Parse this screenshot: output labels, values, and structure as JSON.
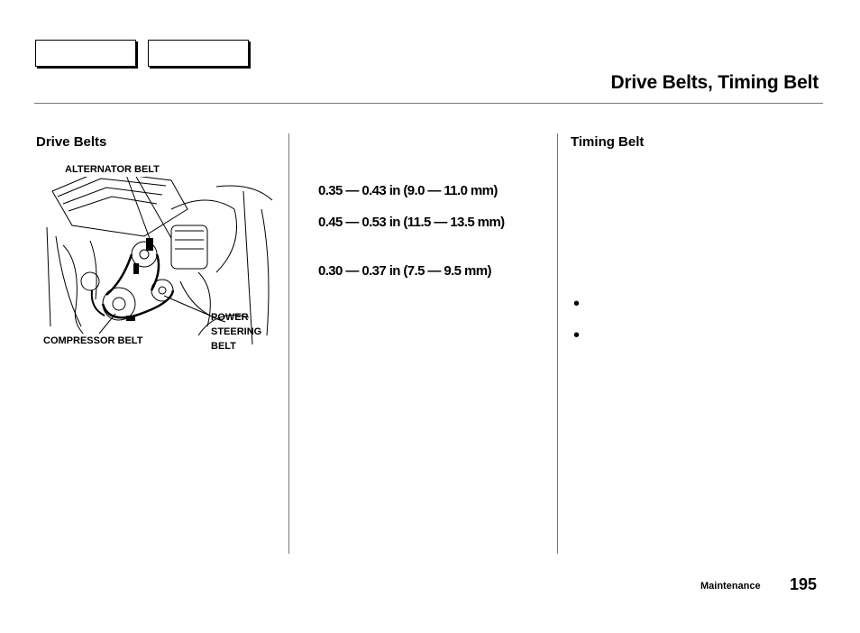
{
  "header": {
    "title": "Drive Belts, Timing Belt"
  },
  "left_column": {
    "heading": "Drive Belts",
    "figure": {
      "alternator_label": "ALTERNATOR BELT",
      "compressor_label": "COMPRESSOR BELT",
      "power_steering_label": "POWER\nSTEERING\nBELT"
    }
  },
  "middle_column": {
    "specs": [
      "0.35 — 0.43 in (9.0 — 11.0 mm)",
      "0.45 — 0.53 in (11.5 — 13.5 mm)",
      "0.30 — 0.37 in (7.5 — 9.5 mm)"
    ]
  },
  "right_column": {
    "heading": "Timing Belt",
    "bullets": [
      "•",
      "•"
    ]
  },
  "footer": {
    "section": "Maintenance",
    "page_number": "195"
  }
}
